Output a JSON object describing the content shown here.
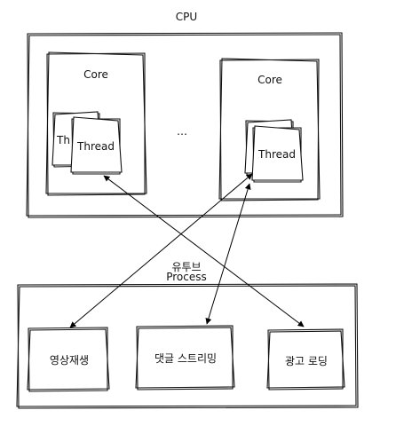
{
  "cpu": {
    "title": "CPU"
  },
  "cores": [
    {
      "label": "Core",
      "threads": [
        "Thread",
        "Thread"
      ]
    },
    {
      "label": "Core",
      "threads": [
        "Thread"
      ]
    }
  ],
  "ellipsis": "…",
  "process": {
    "app_name": "유투브",
    "label": "Process"
  },
  "tasks": [
    {
      "label": "영상재생"
    },
    {
      "label": "댓글 스트리밍"
    },
    {
      "label": "광고 로딩"
    }
  ]
}
